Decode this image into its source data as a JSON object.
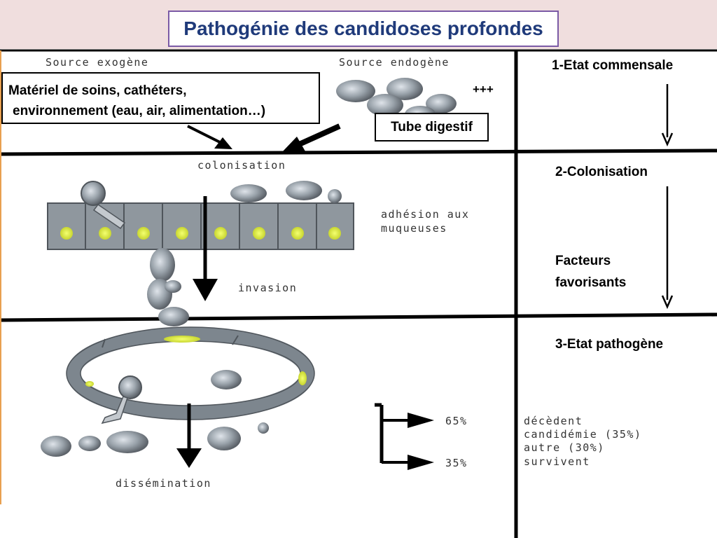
{
  "title": "Pathogénie des candidoses profondes",
  "sources": {
    "exogenous": "Source exogène",
    "endogenous": "Source endogène",
    "plus": "+++"
  },
  "exo_box": {
    "line1": "Matériel de soins, cathéters,",
    "line2": "environnement (eau, air, alimentation…)"
  },
  "endo_box": "Tube digestif",
  "diagram_labels": {
    "colonisation": "colonisation",
    "adhesion_line1": "adhésion aux",
    "adhesion_line2": "muqueuses",
    "invasion": "invasion",
    "dissemination": "dissémination",
    "pct_die": "65%",
    "pct_survive": "35%",
    "outcome1": "décèdent",
    "outcome2": "candidémie (35%)",
    "outcome3": "autre (30%)",
    "outcome4": "survivent"
  },
  "stages": {
    "stage1": "1-Etat commensale",
    "stage2": "2-Colonisation",
    "factors_line1": "Facteurs",
    "factors_line2": "favorisants",
    "stage3": "3-Etat pathogène"
  }
}
